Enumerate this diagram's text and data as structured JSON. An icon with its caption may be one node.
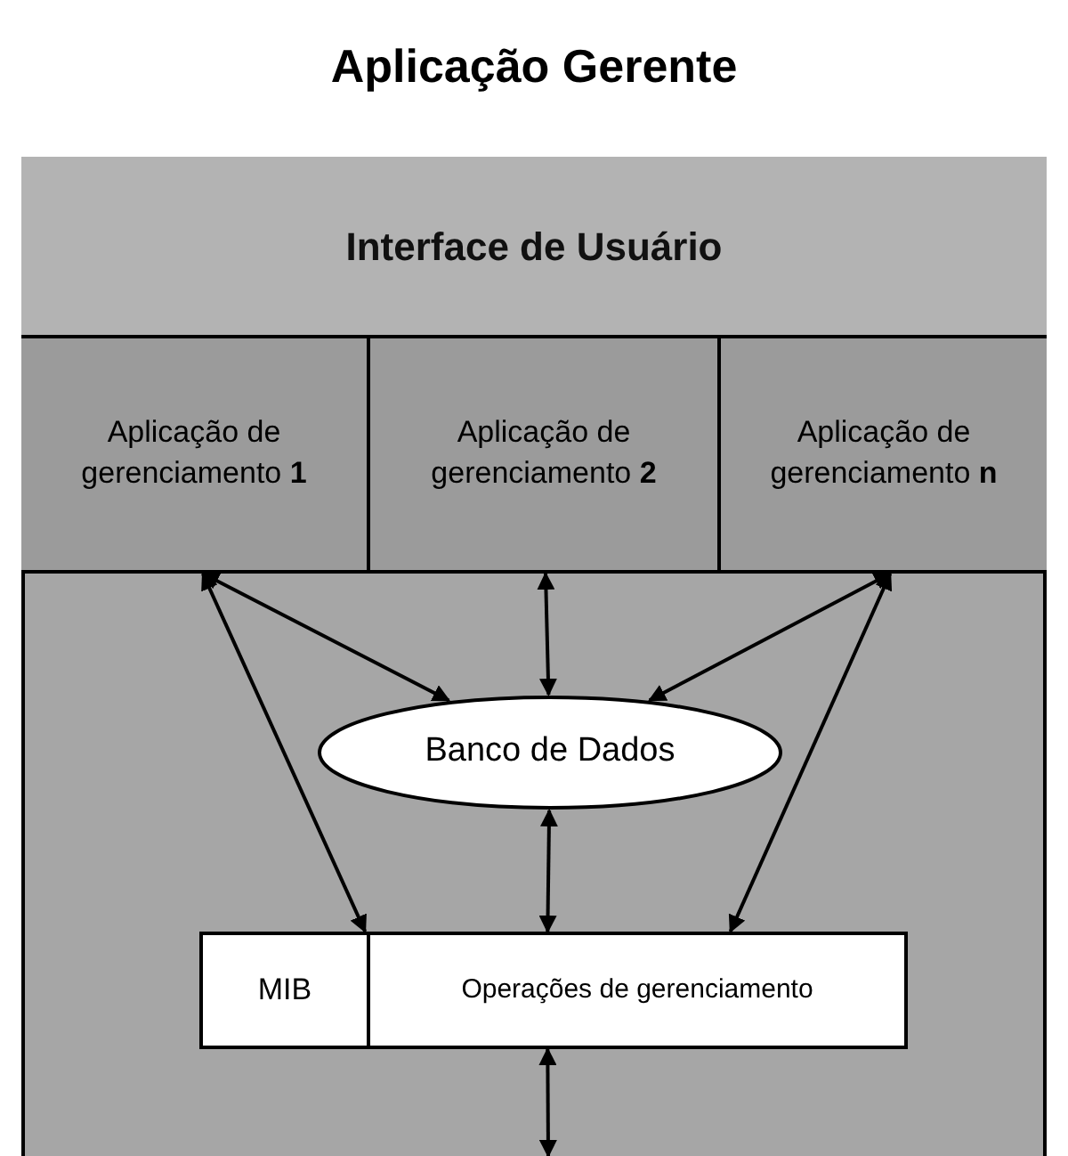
{
  "diagram": {
    "title": "Aplicação Gerente",
    "nodes": [
      {
        "text": [],
        "shape": "box"
      },
      {
        "text": [
          "Interface de Usuário"
        ],
        "in": 0
      },
      {
        "text": [
          "Aplicação de gerenciamento **1**"
        ],
        "in": 0
      },
      {
        "text": [
          "Aplicação de gerenciamento **2**"
        ],
        "in": 0
      },
      {
        "text": [
          "Aplicação de gerenciamento **n**"
        ],
        "in": 0
      },
      {
        "text": [
          "Banco de Dados"
        ],
        "in": 0
      },
      {
        "text": [
          "MIB"
        ],
        "in": 0
      },
      {
        "text": [
          "Operações de gerenciamento"
        ],
        "in": 0
      }
    ],
    "edges": [
      {
        "from": 2,
        "to": 5,
        "arrow": "both"
      },
      {
        "from": 2,
        "to": 6,
        "arrow": "both"
      },
      {
        "from": 3,
        "to": 5,
        "arrow": "both"
      },
      {
        "from": 4,
        "to": 5,
        "arrow": "both"
      },
      {
        "from": 4,
        "to": 7,
        "arrow": "both"
      },
      {
        "from": 5,
        "to": 7,
        "arrow": "both"
      },
      {
        "from": 7,
        "to": null,
        "arrow": "both"
      }
    ]
  }
}
